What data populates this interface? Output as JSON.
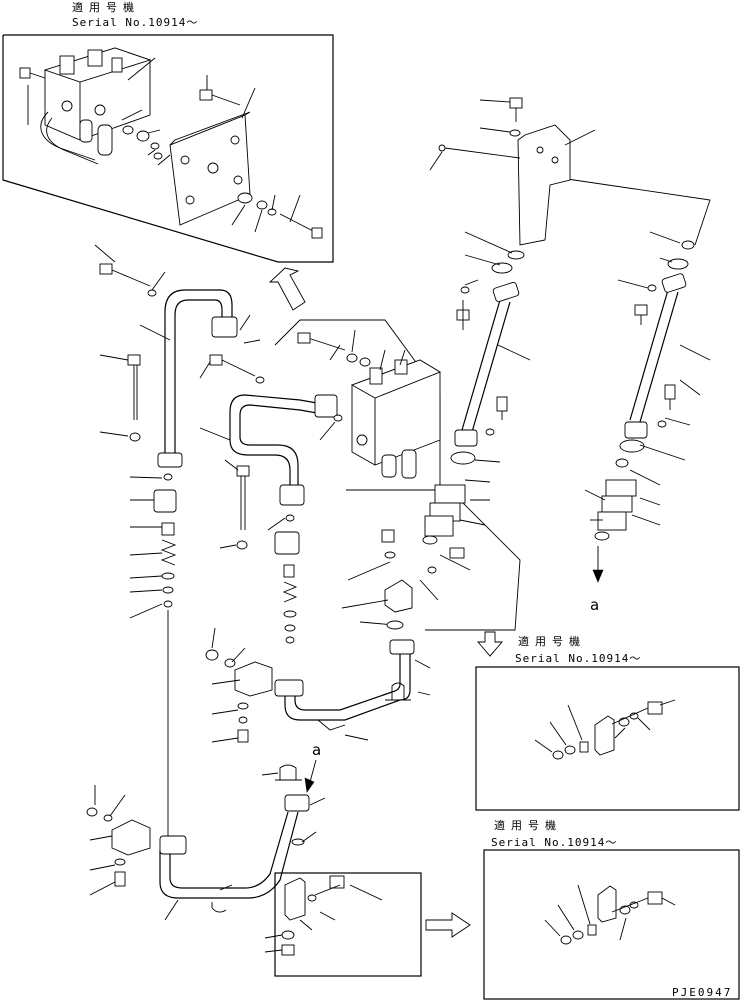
{
  "diagram": {
    "drawing_code": "PJE0947",
    "callouts": [
      {
        "id": "top-left-detail",
        "applicable_label": "適用号機",
        "serial": "Serial No.10914～"
      },
      {
        "id": "mid-right-detail",
        "applicable_label": "適用号機",
        "serial": "Serial No.10914～"
      },
      {
        "id": "bottom-right-detail",
        "applicable_label": "適用号機",
        "serial": "Serial No.10914～"
      }
    ],
    "view_markers": [
      {
        "id": "view-a-upper",
        "letter": "a"
      },
      {
        "id": "view-a-lower",
        "letter": "a"
      }
    ]
  }
}
